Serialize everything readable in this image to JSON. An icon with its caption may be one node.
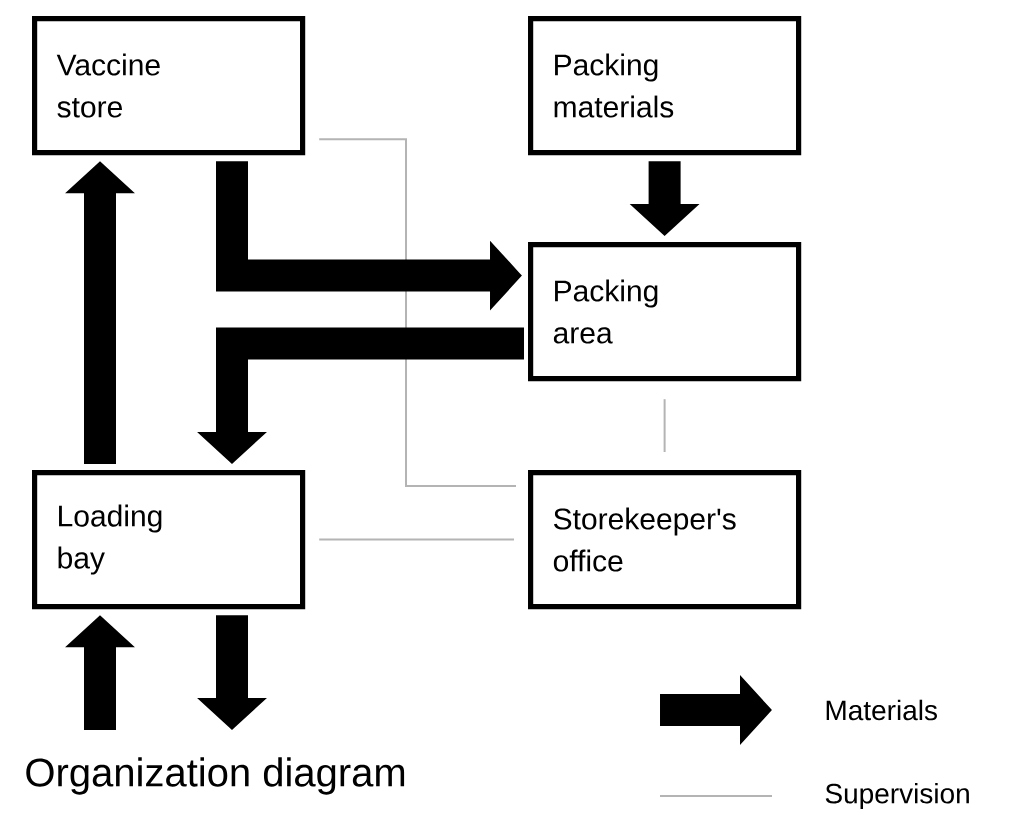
{
  "diagram": {
    "caption": "Organization diagram",
    "nodes": [
      {
        "text": [
          "Vaccine store"
        ]
      },
      {
        "text": [
          "Packing materials"
        ]
      },
      {
        "text": [
          "Packing area"
        ]
      },
      {
        "text": [
          "Loading bay"
        ]
      },
      {
        "text": [
          "Storekeeper's office"
        ]
      }
    ],
    "edges": [
      {
        "from": 3,
        "to": 0,
        "arrow": "to"
      },
      {
        "from": 0,
        "to": 2,
        "arrow": "to"
      },
      {
        "from": 1,
        "to": 2,
        "arrow": "to"
      },
      {
        "from": 2,
        "to": 3,
        "arrow": "to"
      },
      {
        "from": null,
        "to": 3,
        "arrow": "to"
      },
      {
        "from": 3,
        "to": null,
        "arrow": "to"
      },
      {
        "from": 4,
        "to": 0,
        "arrow": "none",
        "color": "#b4b4b4"
      },
      {
        "from": 4,
        "to": 3,
        "arrow": "none",
        "color": "#b4b4b4"
      },
      {
        "from": 4,
        "to": 2,
        "arrow": "none",
        "color": "#b4b4b4"
      }
    ],
    "legend": [
      {
        "text": "Materials"
      },
      {
        "text": "Supervision"
      }
    ]
  }
}
